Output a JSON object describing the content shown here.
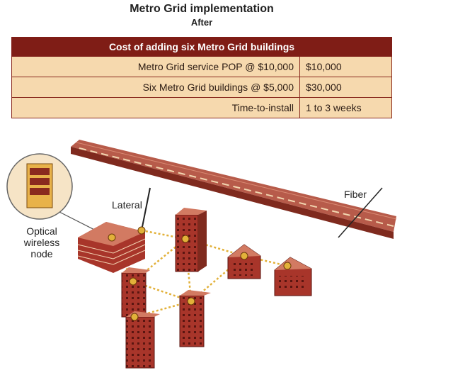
{
  "title": "Metro Grid implementation",
  "subtitle": "After",
  "table": {
    "header": "Cost of adding six Metro Grid buildings",
    "rows": [
      {
        "label": "Metro Grid service POP @ $10,000",
        "value": "$10,000"
      },
      {
        "label": "Six Metro Grid buildings @ $5,000",
        "value": "$30,000"
      },
      {
        "label": "Time-to-install",
        "value": "1 to 3 weeks"
      }
    ]
  },
  "diagram": {
    "lateral_label": "Lateral",
    "fiber_label": "Fiber",
    "node_label_line1": "Optical",
    "node_label_line2": "wireless",
    "node_label_line3": "node"
  },
  "colors": {
    "header_bg": "#7f1d16",
    "row_bg": "#f6d9ae",
    "building": "#a8352a",
    "road": "#b75b4a",
    "link": "#e2b13a"
  }
}
